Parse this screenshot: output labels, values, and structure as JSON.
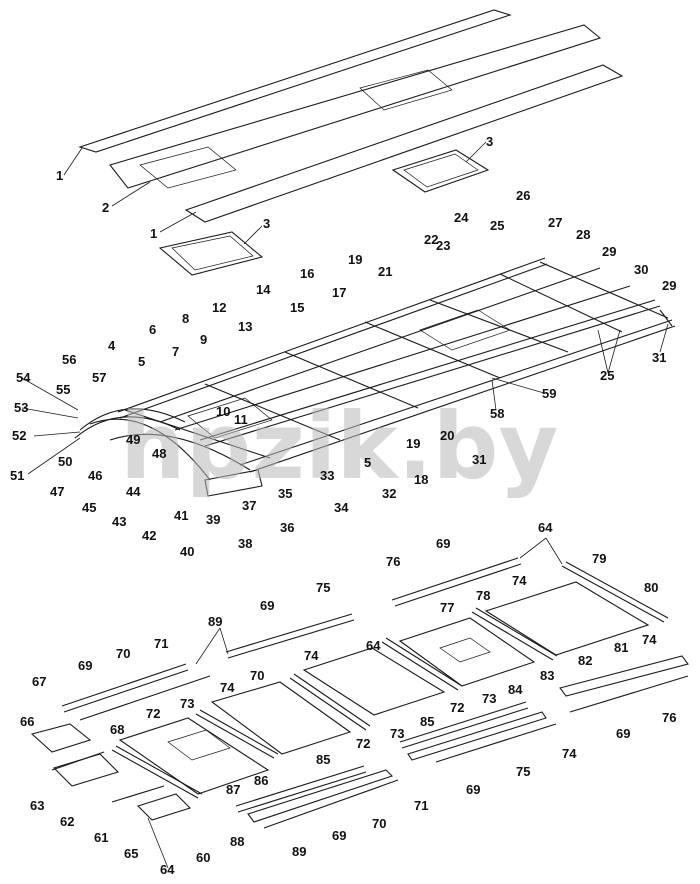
{
  "watermark": "hpzik.by",
  "top_panel_labels": [
    "1",
    "2",
    "1",
    "3",
    "3"
  ],
  "frame_labels": [
    "26",
    "24",
    "27",
    "22",
    "25",
    "28",
    "23",
    "29",
    "19",
    "16",
    "21",
    "30",
    "14",
    "17",
    "29",
    "12",
    "15",
    "13",
    "6",
    "8",
    "4",
    "9",
    "7",
    "5",
    "56",
    "57",
    "54",
    "55",
    "10",
    "11",
    "53",
    "49",
    "52",
    "48",
    "50",
    "51",
    "46",
    "47",
    "45",
    "44",
    "43",
    "42",
    "41",
    "39",
    "40",
    "38",
    "37",
    "36",
    "35",
    "34",
    "33",
    "32",
    "5",
    "18",
    "19",
    "20",
    "31",
    "58",
    "59",
    "31",
    "25"
  ],
  "lower_labels": [
    "64",
    "69",
    "76",
    "79",
    "74",
    "80",
    "75",
    "78",
    "77",
    "81",
    "69",
    "89",
    "64",
    "82",
    "83",
    "74",
    "71",
    "70",
    "70",
    "74",
    "84",
    "69",
    "72",
    "85",
    "73",
    "67",
    "74",
    "76",
    "73",
    "72",
    "68",
    "69",
    "66",
    "73",
    "86",
    "85",
    "72",
    "74",
    "87",
    "75",
    "63",
    "69",
    "62",
    "61",
    "71",
    "88",
    "60",
    "65",
    "70",
    "64",
    "69",
    "89"
  ]
}
